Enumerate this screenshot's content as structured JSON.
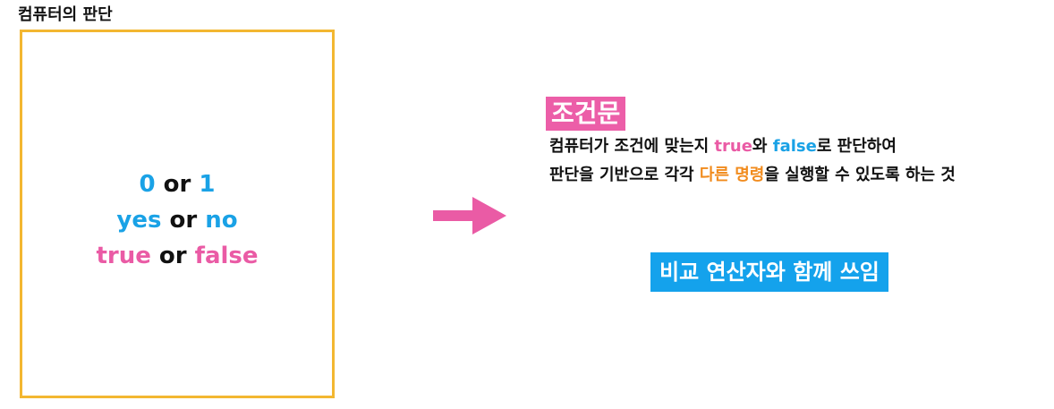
{
  "title": "컴퓨터의 판단",
  "box": {
    "line1": {
      "a": "0",
      "mid": " or ",
      "b": "1"
    },
    "line2": {
      "a": "yes",
      "mid": " or ",
      "b": "no"
    },
    "line3": {
      "a": "true",
      "mid": " or ",
      "b": "false"
    }
  },
  "right": {
    "heading": "조건문",
    "desc_line1": {
      "part1": "컴퓨터가 조건에 맞는지 ",
      "true_word": "true",
      "part2": "와 ",
      "false_word": "false",
      "part3": "로 판단하여"
    },
    "desc_line2": {
      "part1": "판단을 기반으로 각각 ",
      "highlight": "다른 명령",
      "part2": "을 실행할 수 있도록 하는 것"
    },
    "note": "비교 연산자와 함께 쓰임"
  },
  "colors": {
    "box_border": "#f3b731",
    "blue": "#1aa2e6",
    "pink": "#ea5ba5",
    "orange": "#f18b1d",
    "heading_bg": "#ec5ea8",
    "note_bg": "#14a2ec"
  },
  "icons": {
    "arrow": "arrow-right-icon"
  }
}
